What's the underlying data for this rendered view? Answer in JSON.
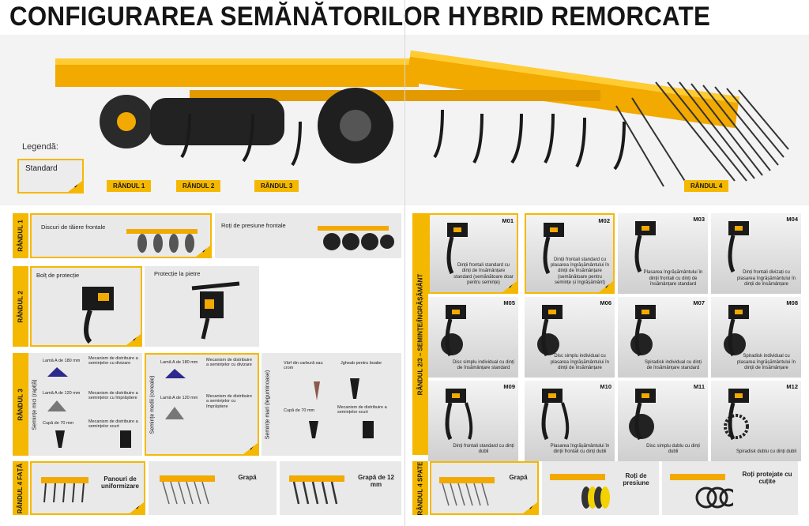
{
  "title": "CONFIGURAREA SEMĂNĂTORILOR HYBRID REMORCATE",
  "legend": {
    "label": "Legendă:",
    "standard": "Standard"
  },
  "hero_rows": [
    "RÂNDUL 1",
    "RÂNDUL 2",
    "RÂNDUL 3",
    "RÂNDUL 4"
  ],
  "row1": {
    "label": "RÂNDUL 1",
    "items": [
      "Discuri de tăiere frontale",
      "Roți de presiune frontale"
    ]
  },
  "row2": {
    "label": "RÂNDUL 2",
    "items": [
      "Bolț de protecție",
      "Protecție la pietre"
    ]
  },
  "row3": {
    "label": "RÂNDUL 3",
    "small": {
      "label": "Semințe mici (rapiță)",
      "l1": "Lamă A de 180 mm",
      "l2": "Lamă A de 120 mm",
      "l3": "Cupă de 70 mm",
      "m1": "Mecanism de distribuire a semințelor cu divizare",
      "m2": "Mecanism de distribuire a semințelor cu împrăștiere",
      "m3": "Mecanism de distribuire a semințelor scurt"
    },
    "medium": {
      "label": "Semințe medii (cereale)",
      "l1": "Lamă A de 180 mm",
      "l2": "Lamă A de 120 mm",
      "m1": "Mecanism de distribuire a semințelor cu divizare",
      "m2": "Mecanism de distribuire a semințelor cu împrăștiere"
    },
    "large": {
      "label": "Semințe mari (leguminoase)",
      "l1": "Vârf din carbură sau crom",
      "l2": "Jgheab pentru boabe",
      "l3": "Cupă de 70 mm",
      "m3": "Mecanism de distribuire a semințelor scurt"
    }
  },
  "row4front": {
    "label": "RÂNDUL 4 FAȚĂ",
    "items": [
      "Panouri de uniformizare",
      "Grapă",
      "Grapă de 12 mm"
    ]
  },
  "row23": {
    "label": "RÂNDUL 2/3 – SEMINȚE/ÎNGRĂȘĂMÂNT",
    "modules": [
      {
        "code": "M01",
        "caption": "Dinții frontali standard cu dinți de însămânțare standard (semănătoare doar pentru semințe)"
      },
      {
        "code": "M02",
        "caption": "Dinții frontali standard cu plasarea îngrășământului în dinții de însămânțare (semănătoare pentru semințe și îngrășământ)"
      },
      {
        "code": "M03",
        "caption": "Plasarea îngrășământului în dinții frontali cu dinți de însămânțare standard"
      },
      {
        "code": "M04",
        "caption": "Dinți frontali divizați cu plasarea îngrășământului în dinții de însămânțare"
      },
      {
        "code": "M05",
        "caption": "Disc simplu individual cu dinți de însămânțare standard"
      },
      {
        "code": "M06",
        "caption": "Disc simplu individual cu plasarea îngrășământului în dinții de însămânțare"
      },
      {
        "code": "M07",
        "caption": "Spiradisk individual cu dinți de însămânțare standard"
      },
      {
        "code": "M08",
        "caption": "Spiradisk individual cu plasarea îngrășământului în dinții de însămânțare"
      },
      {
        "code": "M09",
        "caption": "Dinți frontali standard cu dinți dubli"
      },
      {
        "code": "M10",
        "caption": "Plasarea îngrășământului în dinții frontali cu dinți dubli"
      },
      {
        "code": "M11",
        "caption": "Disc simplu dublu cu dinți dubli"
      },
      {
        "code": "M12",
        "caption": "Spiradisk dublu cu dinți dubli"
      }
    ]
  },
  "row4back": {
    "label": "RÂNDUL 4 SPATE",
    "items": [
      "Grapă",
      "Roți de presiune",
      "Roți protejate cu cuțite"
    ]
  },
  "colors": {
    "accent": "#f5b800",
    "panel": "#e9e9e9"
  }
}
